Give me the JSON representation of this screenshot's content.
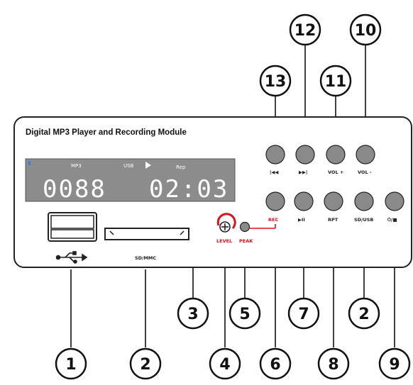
{
  "panel": {
    "title": "Digital MP3 Player and Recording Module",
    "colors": {
      "button": "#8a8a8a",
      "rec_accent": "#d2151e",
      "lcd_bg": "#8c8c8c",
      "lcd_text": "#ffffff",
      "outline": "#222222"
    }
  },
  "display": {
    "mp3_tag": "MP3",
    "usb_tag": "USB",
    "play_icon": "play-triangle-icon",
    "rep_tag": "Rep",
    "track": "0088",
    "time": "02:03"
  },
  "ports": {
    "usb_label_icon": "usb-icon",
    "sd_label": "SD/MMC"
  },
  "controls": {
    "level_label": "LEVEL",
    "peak_label": "PEAK",
    "rec_label": "REC",
    "buttons": {
      "prev": "|◀◀",
      "next": "▶▶|",
      "vol_up": "VOL +",
      "vol_down": "VOL -",
      "play_pause": "▶II",
      "repeat": "RPT",
      "sd_usb": "SD/USB",
      "power_stop": "⏻/■"
    }
  },
  "callouts": {
    "c1": "1",
    "c2a": "2",
    "c3": "3",
    "c4": "4",
    "c5": "5",
    "c6": "6",
    "c7": "7",
    "c2b": "2",
    "c8": "8",
    "c9": "9",
    "c10": "10",
    "c11": "11",
    "c12": "12",
    "c13": "13"
  }
}
